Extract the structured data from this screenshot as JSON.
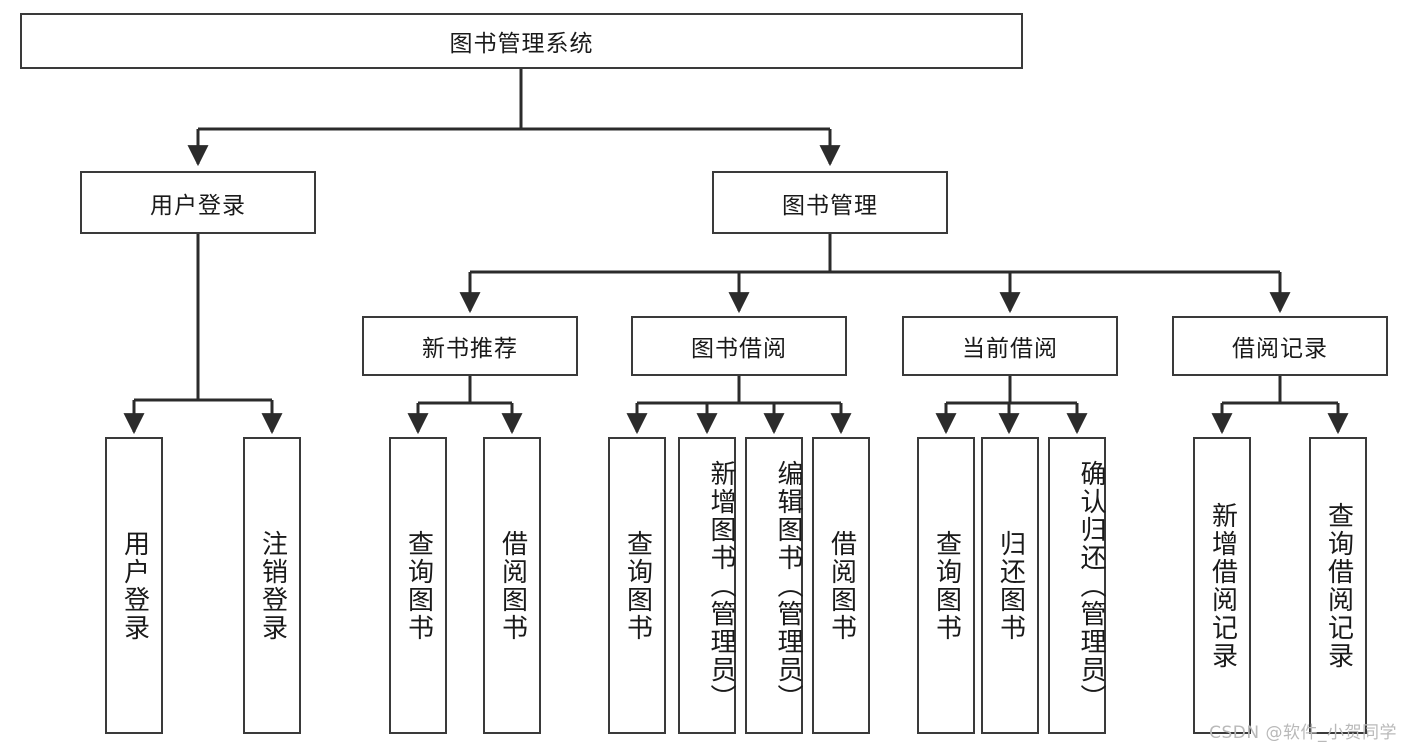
{
  "diagram": {
    "type": "tree-hierarchy",
    "title": "图书管理系统",
    "root": {
      "id": "root",
      "label": "图书管理系统",
      "orientation": "horizontal"
    },
    "level2": [
      {
        "id": "user-login",
        "label": "用户登录",
        "orientation": "horizontal"
      },
      {
        "id": "book-manage",
        "label": "图书管理",
        "orientation": "horizontal"
      }
    ],
    "level3": [
      {
        "id": "new-book-recommend",
        "label": "新书推荐",
        "orientation": "horizontal",
        "parent": "book-manage"
      },
      {
        "id": "book-borrow",
        "label": "图书借阅",
        "orientation": "horizontal",
        "parent": "book-manage"
      },
      {
        "id": "current-borrow",
        "label": "当前借阅",
        "orientation": "horizontal",
        "parent": "book-manage"
      },
      {
        "id": "borrow-record",
        "label": "借阅记录",
        "orientation": "horizontal",
        "parent": "book-manage"
      }
    ],
    "leaves": [
      {
        "id": "leaf-user-login",
        "label": "用户登录",
        "parent": "user-login",
        "orientation": "vertical"
      },
      {
        "id": "leaf-logout-login",
        "label": "注销登录",
        "parent": "user-login",
        "orientation": "vertical"
      },
      {
        "id": "leaf-query-book-1",
        "label": "查询图书",
        "parent": "new-book-recommend",
        "orientation": "vertical"
      },
      {
        "id": "leaf-borrow-book-1",
        "label": "借阅图书",
        "parent": "new-book-recommend",
        "orientation": "vertical"
      },
      {
        "id": "leaf-query-book-2",
        "label": "查询图书",
        "parent": "book-borrow",
        "orientation": "vertical"
      },
      {
        "id": "leaf-add-book",
        "label": "新增图书（管理员）",
        "parent": "book-borrow",
        "orientation": "vertical"
      },
      {
        "id": "leaf-edit-book",
        "label": "编辑图书（管理员）",
        "parent": "book-borrow",
        "orientation": "vertical"
      },
      {
        "id": "leaf-borrow-book-2",
        "label": "借阅图书",
        "parent": "book-borrow",
        "orientation": "vertical"
      },
      {
        "id": "leaf-query-book-3",
        "label": "查询图书",
        "parent": "current-borrow",
        "orientation": "vertical"
      },
      {
        "id": "leaf-return-book",
        "label": "归还图书",
        "parent": "current-borrow",
        "orientation": "vertical"
      },
      {
        "id": "leaf-confirm-return",
        "label": "确认归还（管理员）",
        "parent": "current-borrow",
        "orientation": "vertical"
      },
      {
        "id": "leaf-add-record",
        "label": "新增借阅记录",
        "parent": "borrow-record",
        "orientation": "vertical"
      },
      {
        "id": "leaf-query-record",
        "label": "查询借阅记录",
        "parent": "borrow-record",
        "orientation": "vertical"
      }
    ],
    "colors": {
      "box_border": "#3a3a3a",
      "box_fill": "#ffffff",
      "connector": "#2b2b2b",
      "text": "#1a1a1a",
      "watermark": "#b9b9b9"
    }
  },
  "watermark": {
    "text": "CSDN @软件_小贺同学"
  }
}
